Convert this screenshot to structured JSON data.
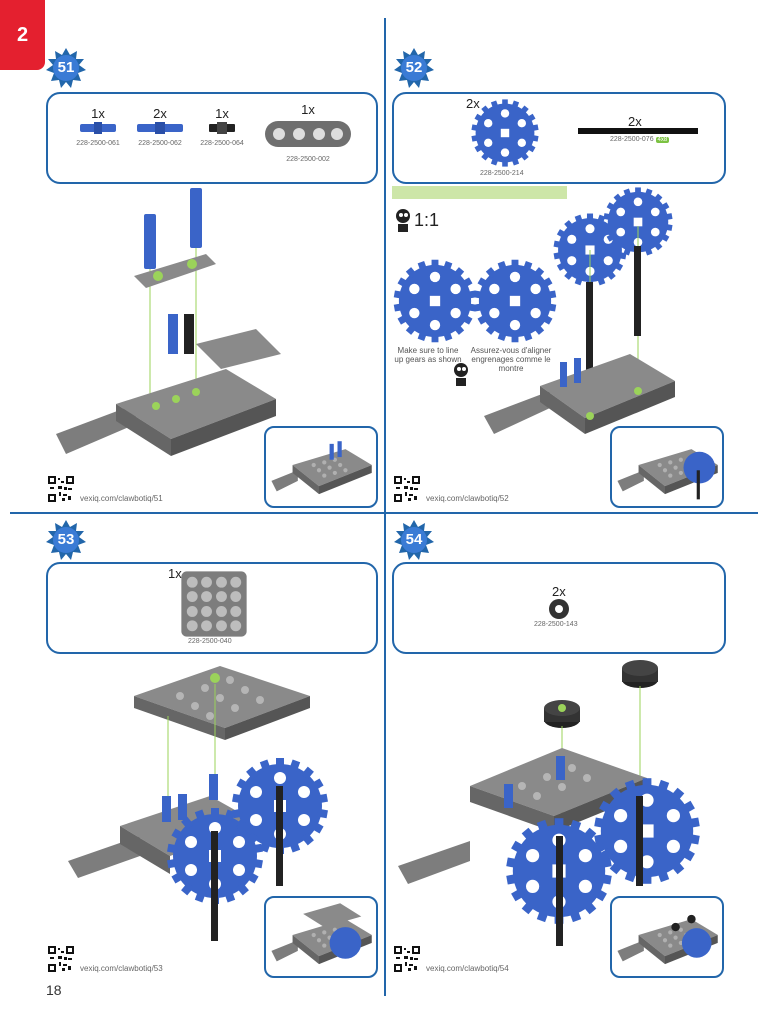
{
  "section_tab": "2",
  "page_number": "18",
  "steps": [
    {
      "number": "51",
      "parts": [
        {
          "qty": "1x",
          "part": "228-2500-061"
        },
        {
          "qty": "2x",
          "part": "228-2500-062"
        },
        {
          "qty": "1x",
          "part": "228-2500-064"
        },
        {
          "qty": "1x",
          "part": "228-2500-002"
        }
      ],
      "url": "vexiq.com/clawbotiq/51"
    },
    {
      "number": "52",
      "parts": [
        {
          "qty": "2x",
          "part": "228-2500-214"
        },
        {
          "qty": "2x",
          "part": "228-2500-076",
          "tag": "4x8"
        }
      ],
      "ratio": "1:1",
      "note_en": "Make sure to line up gears as shown",
      "note_fr": "Assurez-vous d'aligner engrenages comme le montre",
      "url": "vexiq.com/clawbotiq/52"
    },
    {
      "number": "53",
      "parts": [
        {
          "qty": "1x",
          "part": "228-2500-040"
        }
      ],
      "url": "vexiq.com/clawbotiq/53"
    },
    {
      "number": "54",
      "parts": [
        {
          "qty": "2x",
          "part": "228-2500-143"
        }
      ],
      "url": "vexiq.com/clawbotiq/54"
    }
  ],
  "colors": {
    "accent_blue": "#2266aa",
    "tab_red": "#e4202f",
    "part_blue": "#3a64c8",
    "part_gray": "#8a8a8a",
    "highlight_green": "#7cc242"
  }
}
